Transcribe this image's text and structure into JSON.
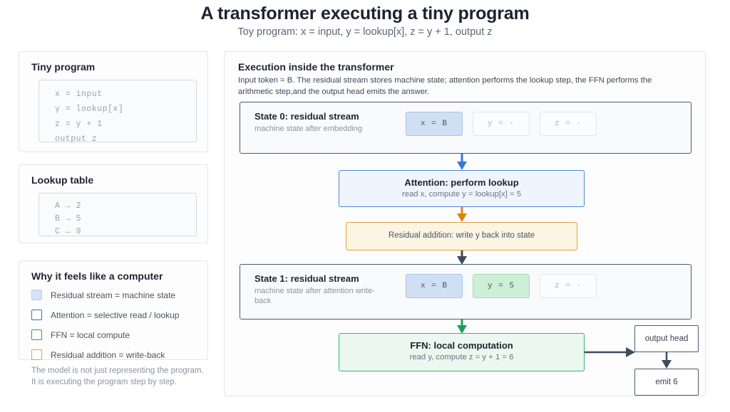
{
  "header": {
    "title": "A transformer executing a tiny program",
    "subtitle": "Toy program: x = input, y = lookup[x], z = y + 1, output z"
  },
  "tiny_program": {
    "heading": "Tiny program",
    "lines": [
      "x = input",
      "y = lookup[x]",
      "z = y + 1",
      "output z"
    ]
  },
  "lookup_table": {
    "heading": "Lookup table",
    "rows": [
      "A → 2",
      "B → 5",
      "C → 9"
    ]
  },
  "legend": {
    "heading": "Why it feels like a computer",
    "items": [
      {
        "label": "Residual stream = machine state",
        "color": "#b9cfeb",
        "fill": "#d6e4f7"
      },
      {
        "label": "Attention = selective read / lookup",
        "color": "#2f6fd0",
        "fill": "#ffffff"
      },
      {
        "label": "FFN = local compute",
        "color": "#28a35a",
        "fill": "#ffffff"
      },
      {
        "label": "Residual addition = write-back",
        "color": "#e2a33c",
        "fill": "#ffffff"
      }
    ],
    "footnote_line1": "The model is not just representing the program.",
    "footnote_line2": "It is executing the program step by step."
  },
  "execution": {
    "title": "Execution inside the transformer",
    "description": "Input token = B. The residual stream stores machine state; attention performs the lookup step, the FFN performs the arithmetic step,and the output head emits the answer.",
    "state0": {
      "title": "State 0: residual stream",
      "subtitle": "machine state after embedding",
      "slots": [
        {
          "text": "x = B",
          "style": "blue"
        },
        {
          "text": "y = ·",
          "style": "empty"
        },
        {
          "text": "z = ·",
          "style": "empty"
        }
      ]
    },
    "attention": {
      "title": "Attention: perform lookup",
      "subtitle": "read x, compute y = lookup[x] = 5",
      "color": "#4f86d6"
    },
    "residual_add": {
      "text": "Residual addition: write y back into state",
      "color": "#e2a33c"
    },
    "state1": {
      "title": "State 1: residual stream",
      "subtitle": "machine state after attention write-back",
      "slots": [
        {
          "text": "x = B",
          "style": "blue"
        },
        {
          "text": "y = 5",
          "style": "green"
        },
        {
          "text": "z = ·",
          "style": "empty"
        }
      ]
    },
    "ffn": {
      "title": "FFN: local computation",
      "subtitle": "read y, compute z = y + 1 = 6",
      "color": "#3cb371"
    },
    "output_head": {
      "label": "output head"
    },
    "emit": {
      "label": "emit 6"
    }
  },
  "colors": {
    "arrow_blue": "#3a74d8",
    "arrow_orange": "#d9830f",
    "arrow_slate": "#3f4b5e",
    "arrow_green": "#1e9e55"
  }
}
